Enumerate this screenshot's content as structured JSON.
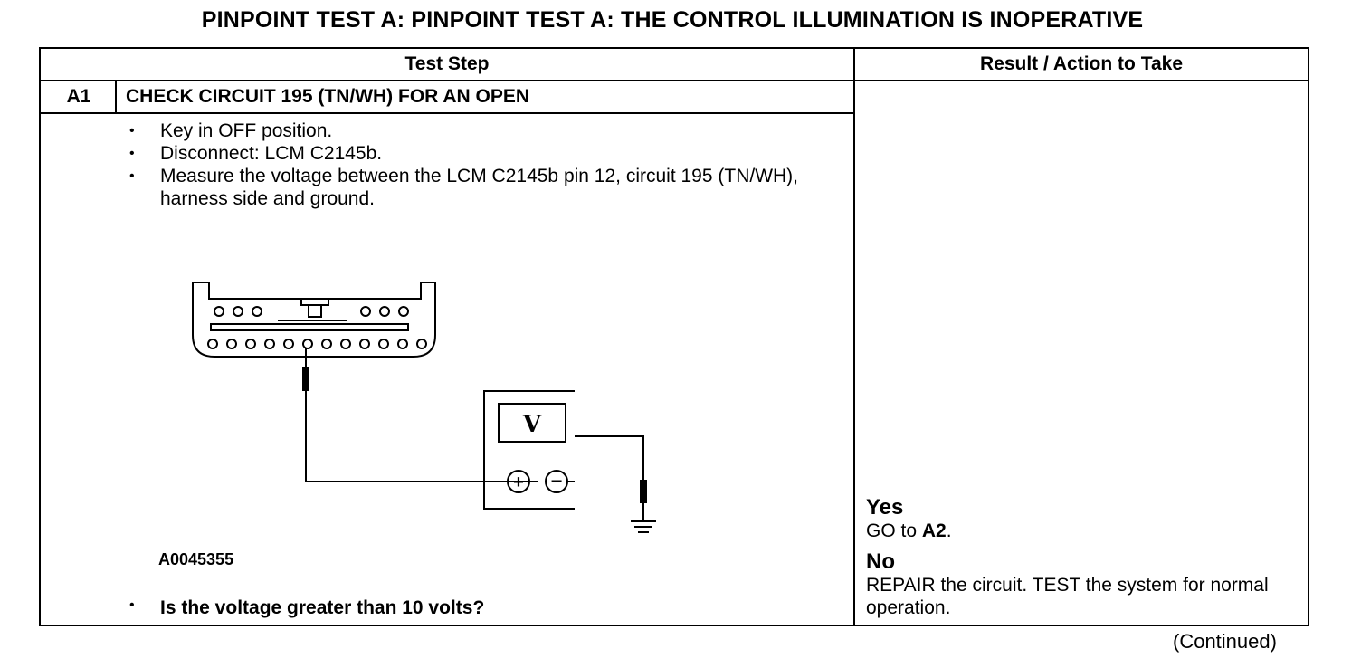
{
  "title": "PINPOINT TEST  A: PINPOINT TEST A: THE CONTROL ILLUMINATION IS INOPERATIVE",
  "table": {
    "headers": {
      "test_step": "Test Step",
      "result_action": "Result / Action to Take"
    },
    "step": {
      "id": "A1",
      "title": "CHECK CIRCUIT 195 (TN/WH) FOR AN OPEN",
      "bullets": [
        "Key in OFF position.",
        "Disconnect: LCM C2145b.",
        "Measure the voltage between the LCM C2145b pin 12, circuit 195 (TN/WH), harness side and ground."
      ],
      "figure_id": "A0045355",
      "question": "Is the voltage greater than 10 volts?"
    },
    "results": {
      "yes_label": "Yes",
      "yes_text_prefix": "GO to ",
      "yes_target": "A2",
      "yes_text_suffix": ".",
      "no_label": "No",
      "no_text": "REPAIR the circuit. TEST the system for normal operation."
    }
  },
  "diagram": {
    "meter_symbol": "V",
    "plus_symbol": "+",
    "minus_symbol": "−",
    "ground_icon": "ground-icon"
  },
  "footer": {
    "continued": "(Continued)"
  }
}
